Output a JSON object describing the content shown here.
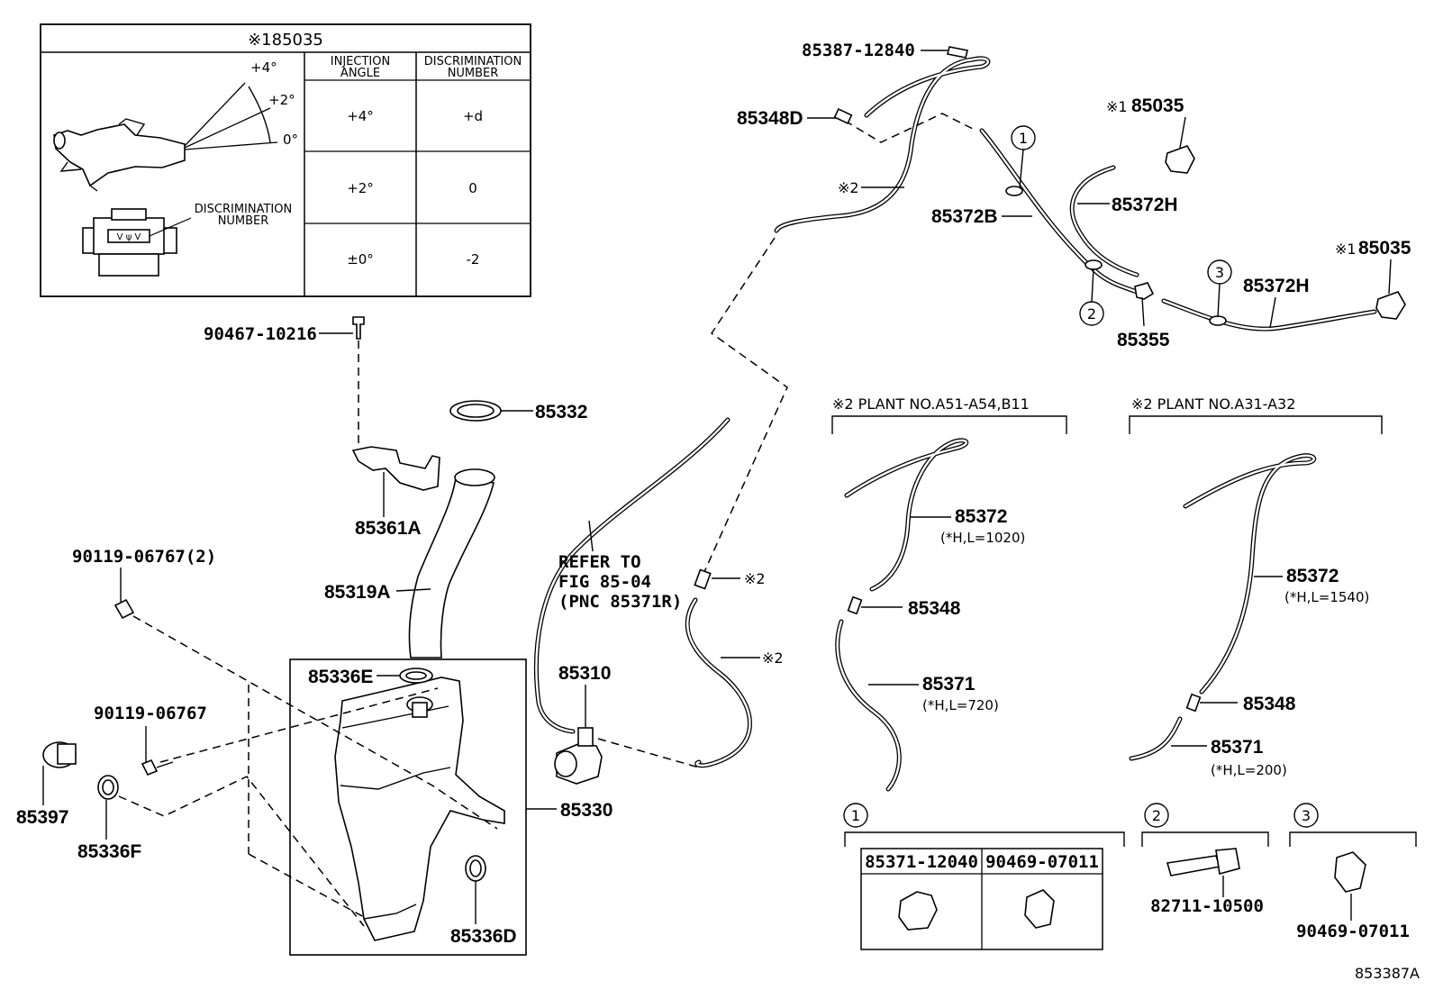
{
  "inset": {
    "title": "※185035",
    "angles": {
      "plus4": "+4°",
      "plus2": "+2°",
      "zero": "0°"
    },
    "discrimination_label_line1": "DISCRIMINATION",
    "discrimination_label_line2": "NUMBER",
    "nozzle_mark": "V ψ V",
    "table": {
      "header_injection_line1": "INJECTION",
      "header_injection_line2": "ANGLE",
      "header_discrimination_line1": "DISCRIMINATION",
      "header_discrimination_line2": "NUMBER",
      "rows": [
        {
          "angle": "+4°",
          "number": "+d"
        },
        {
          "angle": "+2°",
          "number": "0"
        },
        {
          "angle": "±0°",
          "number": "-2"
        }
      ]
    }
  },
  "labels": {
    "p85387_12840": "85387-12840",
    "p85348D": "85348D",
    "note2_top": "※2",
    "circle1": "1",
    "circle2": "2",
    "circle3": "3",
    "p85372B": "85372B",
    "p85035_a_prefix": "※1",
    "p85035_a": "85035",
    "p85372H_a": "85372H",
    "p85035_b_prefix": "※1",
    "p85035_b": "85035",
    "p85372H_b": "85372H",
    "p85355": "85355",
    "p90467_10216": "90467-10216",
    "p85332": "85332",
    "p85361A": "85361A",
    "p90119_06767_2": "90119-06767(2)",
    "p85319A": "85319A",
    "refer_line1": "REFER TO",
    "refer_line2": "FIG 85-04",
    "refer_line3": "(PNC 85371R)",
    "note2_mid": "※2",
    "note2_low": "※2",
    "p85336E": "85336E",
    "p85310": "85310",
    "p90119_06767": "90119-06767",
    "p85397": "85397",
    "p85336F": "85336F",
    "p85330": "85330",
    "p85336D": "85336D",
    "diagram_id": "853387A"
  },
  "plant_a51": {
    "title": "※2 PLANT NO.A51-A54,B11",
    "p85372": "85372",
    "p85372_note": "(*H,L=1020)",
    "p85348": "85348",
    "p85371": "85371",
    "p85371_note": "(*H,L=720)"
  },
  "plant_a31": {
    "title": "※2 PLANT NO.A31-A32",
    "p85372": "85372",
    "p85372_note": "(*H,L=1540)",
    "p85348": "85348",
    "p85371": "85371",
    "p85371_note": "(*H,L=200)"
  },
  "clips": {
    "c1_num": "1",
    "c1_col1": "85371-12040",
    "c1_col2": "90469-07011",
    "c2_num": "2",
    "c2_part": "82711-10500",
    "c3_num": "3",
    "c3_part": "90469-07011"
  }
}
